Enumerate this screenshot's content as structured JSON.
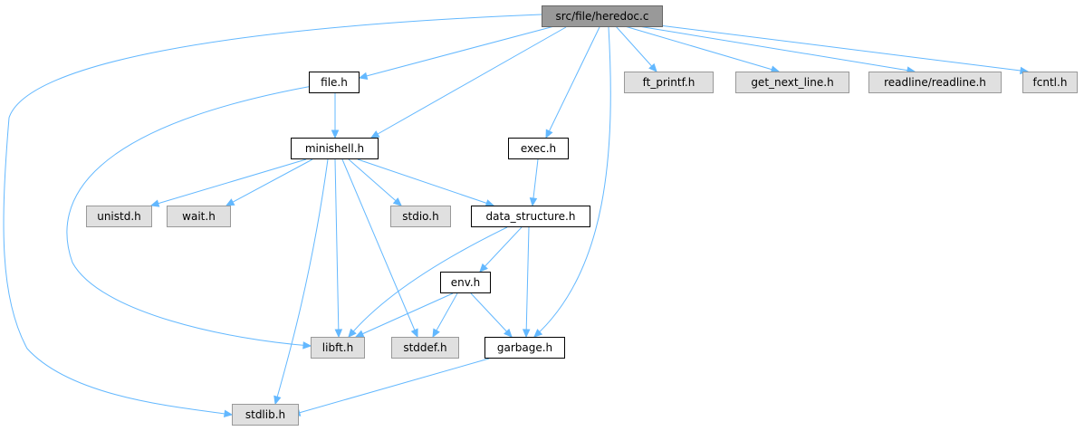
{
  "graph": {
    "edge_color": "#63b8ff",
    "node_styles": {
      "root": {
        "fill": "#999999",
        "border": "#666666"
      },
      "local": {
        "fill": "#ffffff",
        "border": "#000000"
      },
      "external": {
        "fill": "#e0e0e0",
        "border": "#999999"
      }
    },
    "nodes": {
      "heredoc": {
        "label": "src/file/heredoc.c",
        "kind": "root"
      },
      "file_h": {
        "label": "file.h",
        "kind": "local"
      },
      "ft_printf": {
        "label": "ft_printf.h",
        "kind": "external"
      },
      "gnl": {
        "label": "get_next_line.h",
        "kind": "external"
      },
      "readline": {
        "label": "readline/readline.h",
        "kind": "external"
      },
      "fcntl": {
        "label": "fcntl.h",
        "kind": "external"
      },
      "minishell": {
        "label": "minishell.h",
        "kind": "local"
      },
      "exec": {
        "label": "exec.h",
        "kind": "local"
      },
      "unistd": {
        "label": "unistd.h",
        "kind": "external"
      },
      "wait": {
        "label": "wait.h",
        "kind": "external"
      },
      "stdio": {
        "label": "stdio.h",
        "kind": "external"
      },
      "data_structure": {
        "label": "data_structure.h",
        "kind": "local"
      },
      "env": {
        "label": "env.h",
        "kind": "local"
      },
      "libft": {
        "label": "libft.h",
        "kind": "external"
      },
      "stddef": {
        "label": "stddef.h",
        "kind": "external"
      },
      "garbage": {
        "label": "garbage.h",
        "kind": "local"
      },
      "stdlib": {
        "label": "stdlib.h",
        "kind": "external"
      }
    },
    "edges": [
      [
        "heredoc",
        "file_h"
      ],
      [
        "heredoc",
        "ft_printf"
      ],
      [
        "heredoc",
        "gnl"
      ],
      [
        "heredoc",
        "readline"
      ],
      [
        "heredoc",
        "fcntl"
      ],
      [
        "heredoc",
        "minishell"
      ],
      [
        "heredoc",
        "exec"
      ],
      [
        "heredoc",
        "garbage"
      ],
      [
        "heredoc",
        "stdlib"
      ],
      [
        "file_h",
        "minishell"
      ],
      [
        "file_h",
        "libft"
      ],
      [
        "minishell",
        "unistd"
      ],
      [
        "minishell",
        "wait"
      ],
      [
        "minishell",
        "stdio"
      ],
      [
        "minishell",
        "data_structure"
      ],
      [
        "minishell",
        "libft"
      ],
      [
        "minishell",
        "stddef"
      ],
      [
        "minishell",
        "stdlib"
      ],
      [
        "exec",
        "data_structure"
      ],
      [
        "data_structure",
        "env"
      ],
      [
        "data_structure",
        "libft"
      ],
      [
        "data_structure",
        "garbage"
      ],
      [
        "env",
        "libft"
      ],
      [
        "env",
        "stddef"
      ],
      [
        "env",
        "garbage"
      ],
      [
        "garbage",
        "stdlib"
      ]
    ]
  }
}
